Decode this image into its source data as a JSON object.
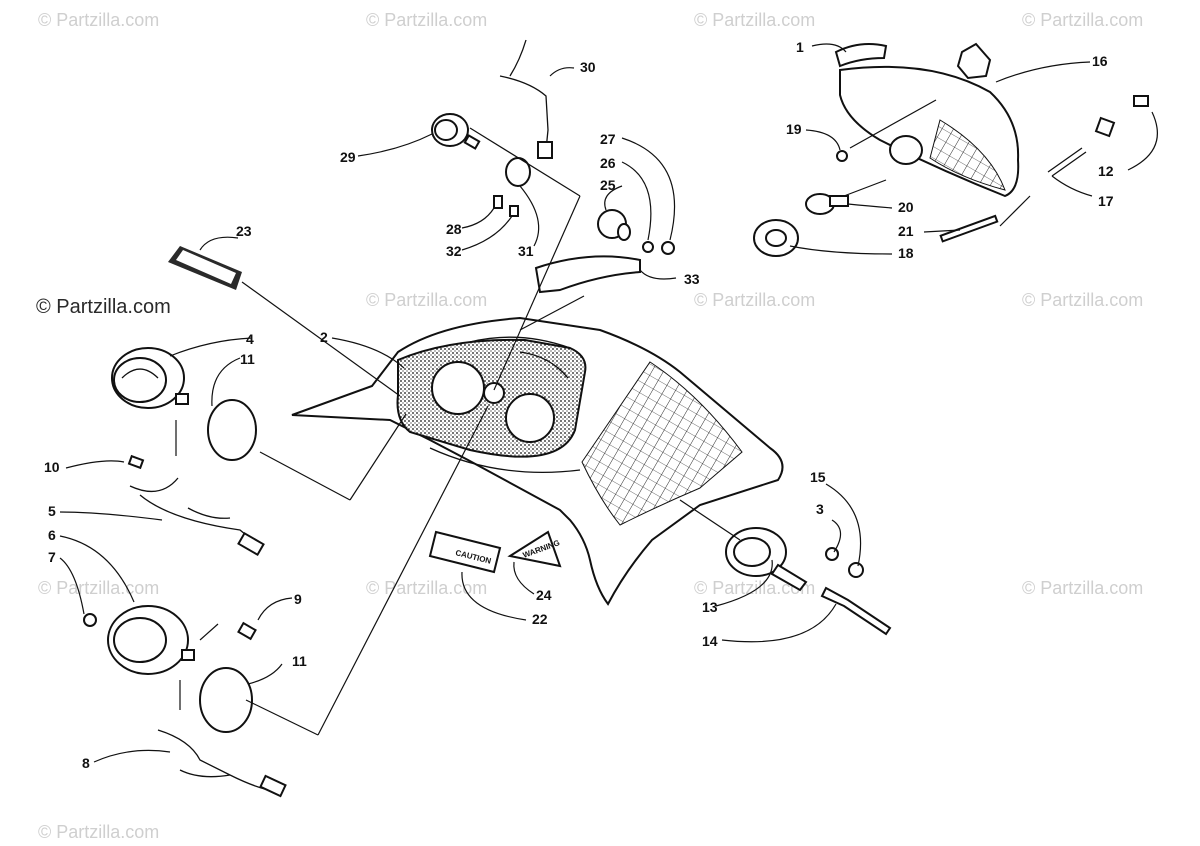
{
  "watermarks": [
    "© Partzilla.com",
    "© Partzilla.com",
    "© Partzilla.com",
    "© Partzilla.com",
    "© Partzilla.com",
    "© Partzilla.com",
    "© Partzilla.com",
    "© Partzilla.com",
    "© Partzilla.com",
    "© Partzilla.com",
    "© Partzilla.com",
    "© Partzilla.com",
    "© Partzilla.com"
  ],
  "decal_caution_text": "CAUTION",
  "decal_warning_text": "WARNING",
  "callouts": [
    "1",
    "2",
    "3",
    "4",
    "5",
    "6",
    "7",
    "8",
    "9",
    "10",
    "11",
    "11",
    "12",
    "13",
    "14",
    "15",
    "16",
    "17",
    "18",
    "19",
    "20",
    "21",
    "22",
    "23",
    "24",
    "25",
    "26",
    "27",
    "28",
    "29",
    "30",
    "31",
    "32",
    "33"
  ]
}
